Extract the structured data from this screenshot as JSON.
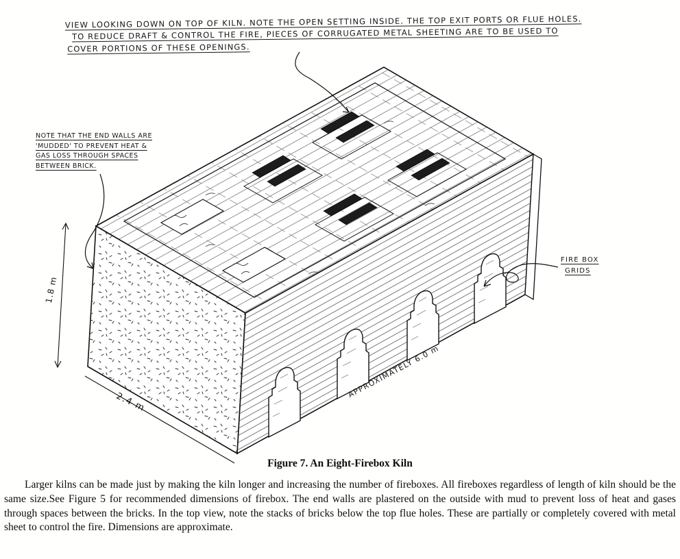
{
  "annotations": {
    "top_note": [
      "VIEW LOOKING DOWN ON TOP OF KILN. NOTE THE OPEN SETTING INSIDE. THE TOP EXIT PORTS OR FLUE HOLES.",
      "TO REDUCE DRAFT & CONTROL THE FIRE, PIECES OF CORRUGATED METAL SHEETING ARE TO BE USED TO",
      "COVER PORTIONS OF THESE OPENINGS."
    ],
    "end_wall_note": [
      "NOTE THAT THE END WALLS ARE",
      "'MUDDED' TO PREVENT HEAT &",
      "GAS LOSS THROUGH SPACES",
      "BETWEEN BRICK."
    ],
    "firebox_note": [
      "FIRE BOX",
      "GRIDS"
    ]
  },
  "dimensions": {
    "height": "1.8 m",
    "end_width": "2.4 m",
    "length": "APPROXIMATELY 6.0 m"
  },
  "caption": "Figure 7. An Eight-Firebox Kiln",
  "paragraph": "Larger kilns can be made just by making the kiln longer and increasing the number of fireboxes. All fireboxes regardless of length of kiln should be the same size.See Figure 5 for recommended dimensions of firebox. The end walls are plastered on the outside with mud to prevent loss of heat and gases through spaces between the bricks. In the top view, note the stacks of bricks below the top flue holes. These are partially or completely covered with metal sheet to control the fire. Dimensions are approximate."
}
